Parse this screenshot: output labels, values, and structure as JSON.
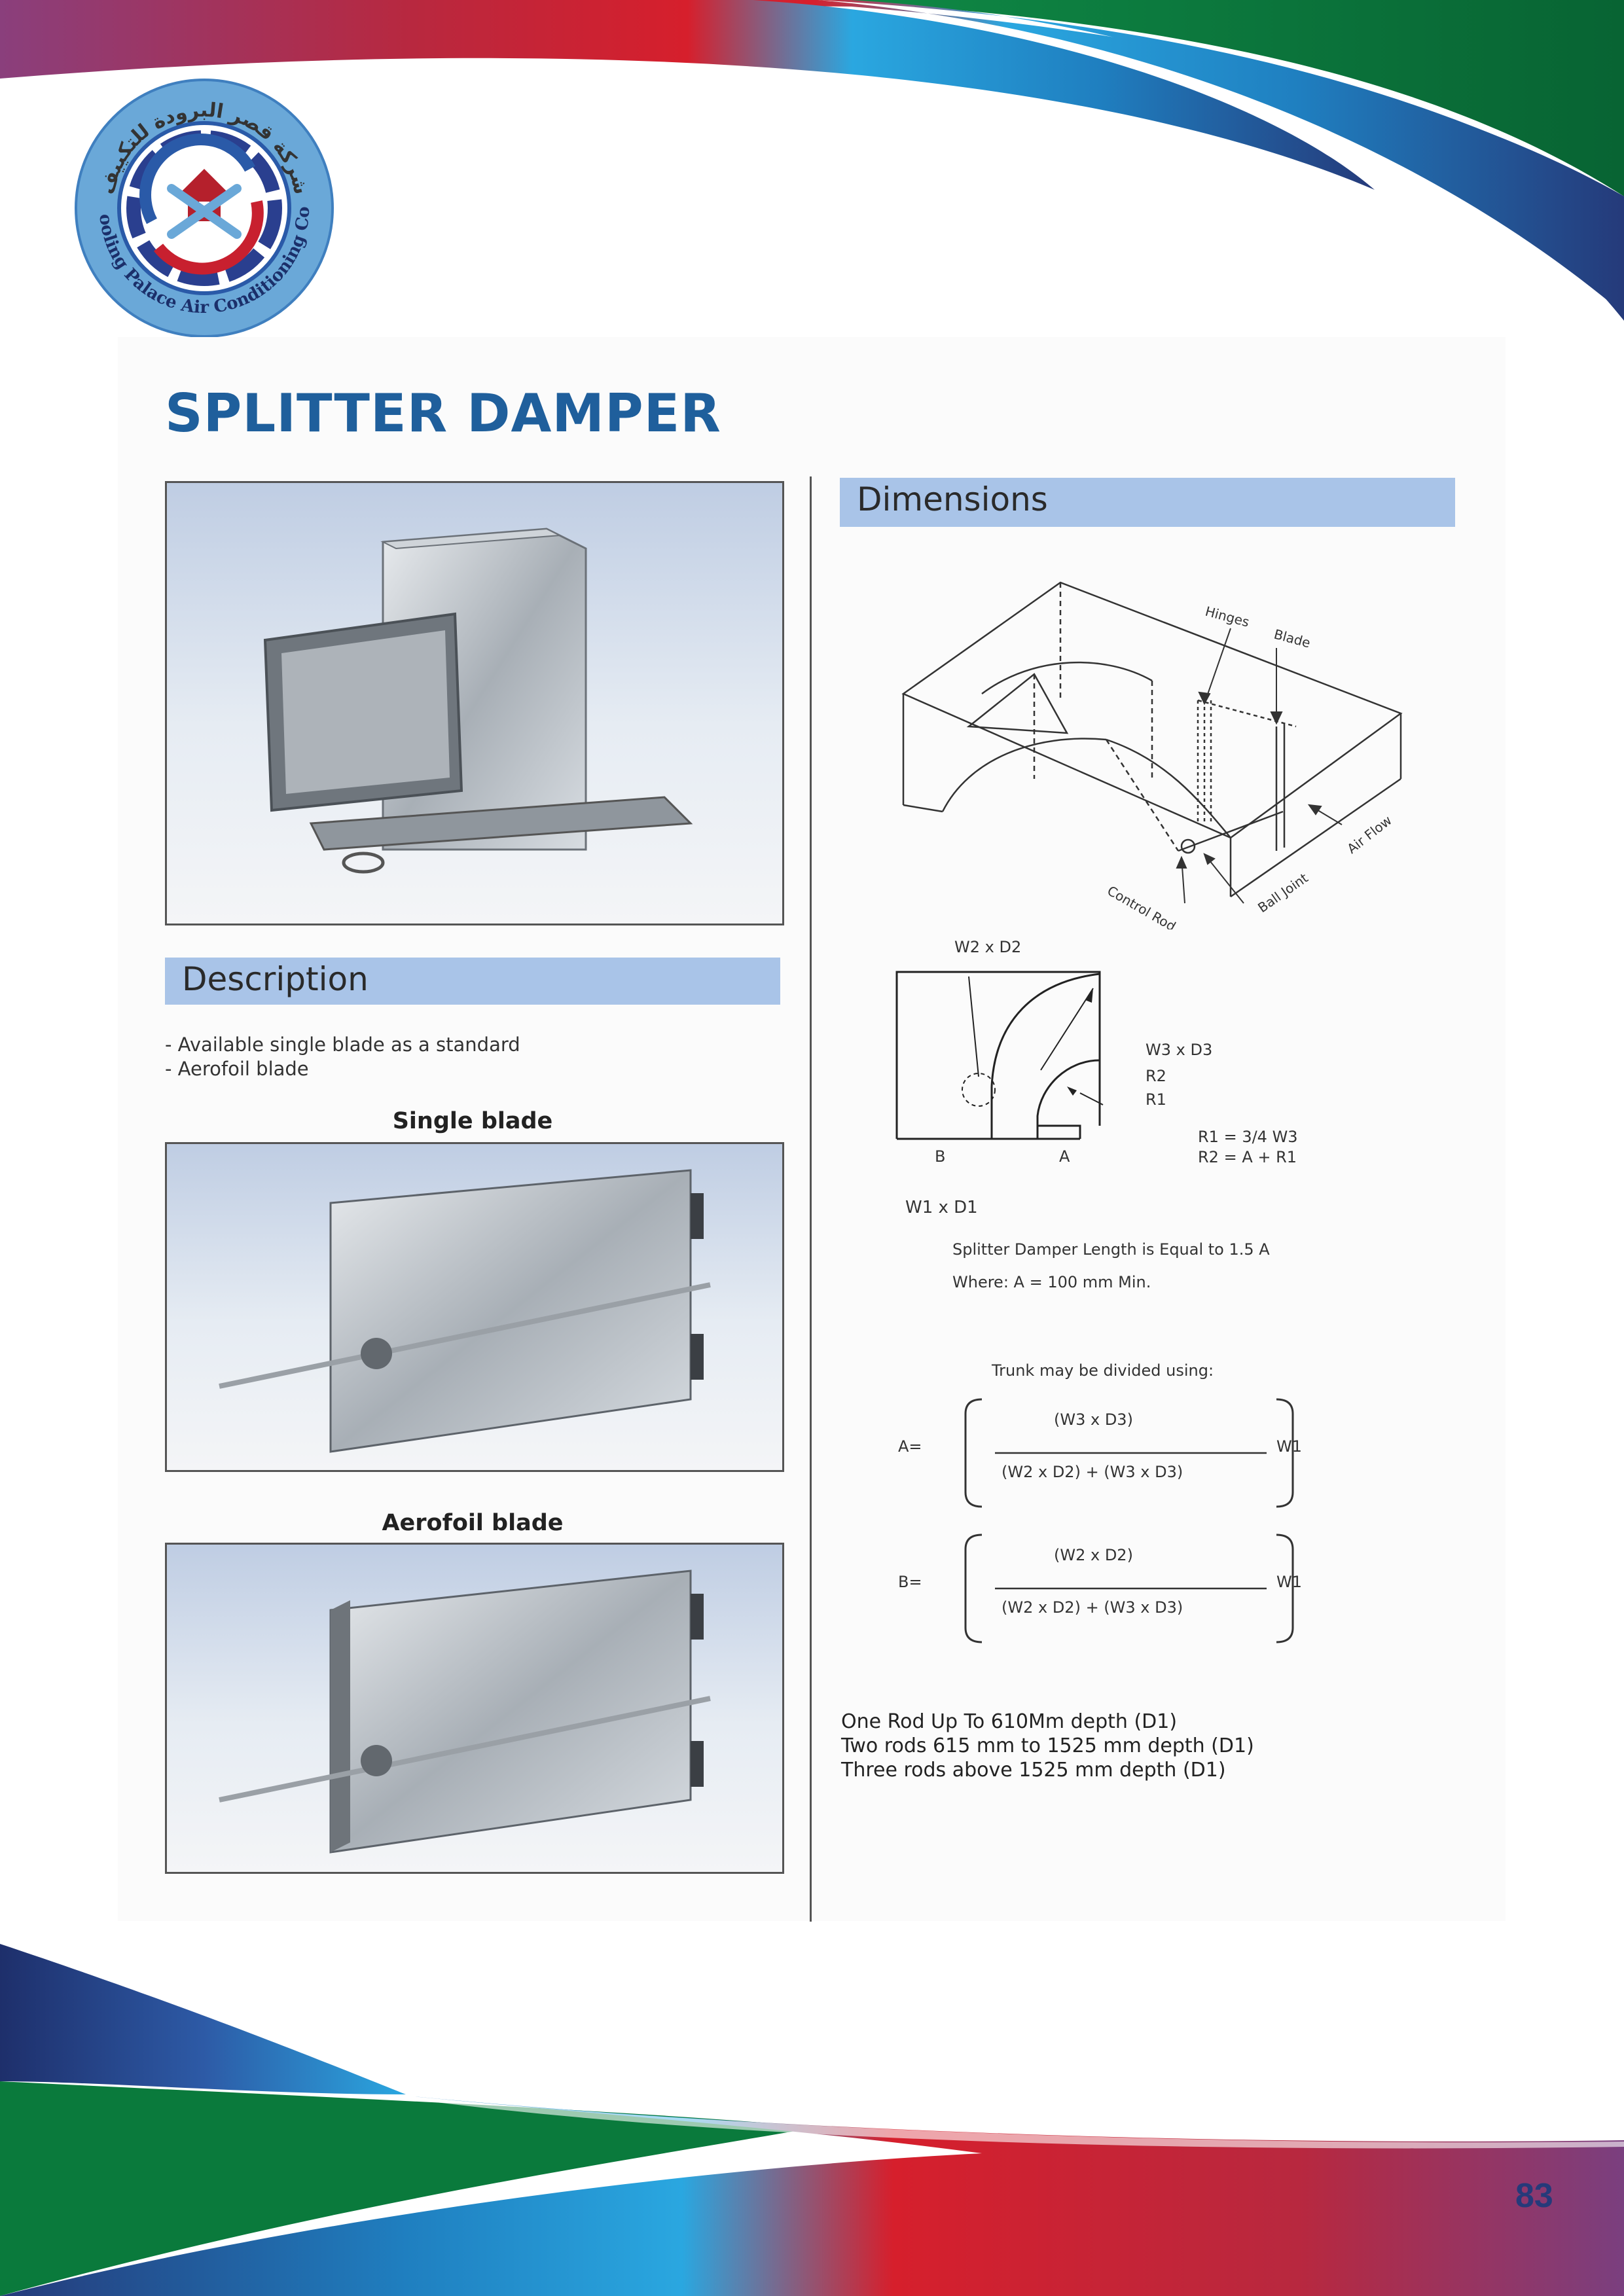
{
  "logo": {
    "arabic_text": "شركة قصر البرودة للتكييف",
    "english_text": "Cooling Palace Air Conditioning Co."
  },
  "title": "SPLITTER DAMPER",
  "description": {
    "heading": "Description",
    "items": [
      "- Available single blade as a standard",
      "- Aerofoil blade"
    ]
  },
  "single_blade_caption": "Single blade",
  "aerofoil_blade_caption": "Aerofoil blade",
  "dimensions": {
    "heading": "Dimensions",
    "iso_labels": {
      "hinges": "Hinges",
      "blade": "Blade",
      "air_flow": "Air Flow",
      "ball_joint": "Ball Joint",
      "control_rod": "Control Rod"
    },
    "plan_labels": {
      "w2d2": "W2 x D2",
      "w3d3": "W3 x D3",
      "r2": "R2",
      "r1": "R1",
      "b": "B",
      "a": "A",
      "r1_eq": "R1 = 3/4 W3",
      "r2_eq": "R2 = A + R1",
      "w1d1": "W1  x  D1"
    },
    "length_note": "Splitter Damper Length is Equal to 1.5 A",
    "where_note": "Where: A = 100 mm Min.",
    "trunk_note": "Trunk may be divided using:",
    "formula_a": {
      "label": "A=",
      "numerator": "(W3  x  D3)",
      "denominator": "(W2  x  D2) + (W3 x D3)",
      "multiplier": "W1"
    },
    "formula_b": {
      "label": "B=",
      "numerator": "(W2  x  D2)",
      "denominator": "(W2  x  D2) + (W3 x D3)",
      "multiplier": "W1"
    },
    "rods": [
      "One Rod Up To 610Mm depth (D1)",
      "Two rods 615 mm to 1525 mm depth (D1)",
      "Three rods above 1525 mm depth (D1)"
    ]
  },
  "page_number": "83",
  "colors": {
    "title_blue": "#1f5f9c",
    "bar_blue": "#a9c4e8",
    "brand_red": "#c8202f",
    "brand_green": "#0a7a3c",
    "brand_navy": "#253a7a",
    "brand_cyan": "#2aa7e0",
    "brand_purple": "#7a3f7f"
  }
}
